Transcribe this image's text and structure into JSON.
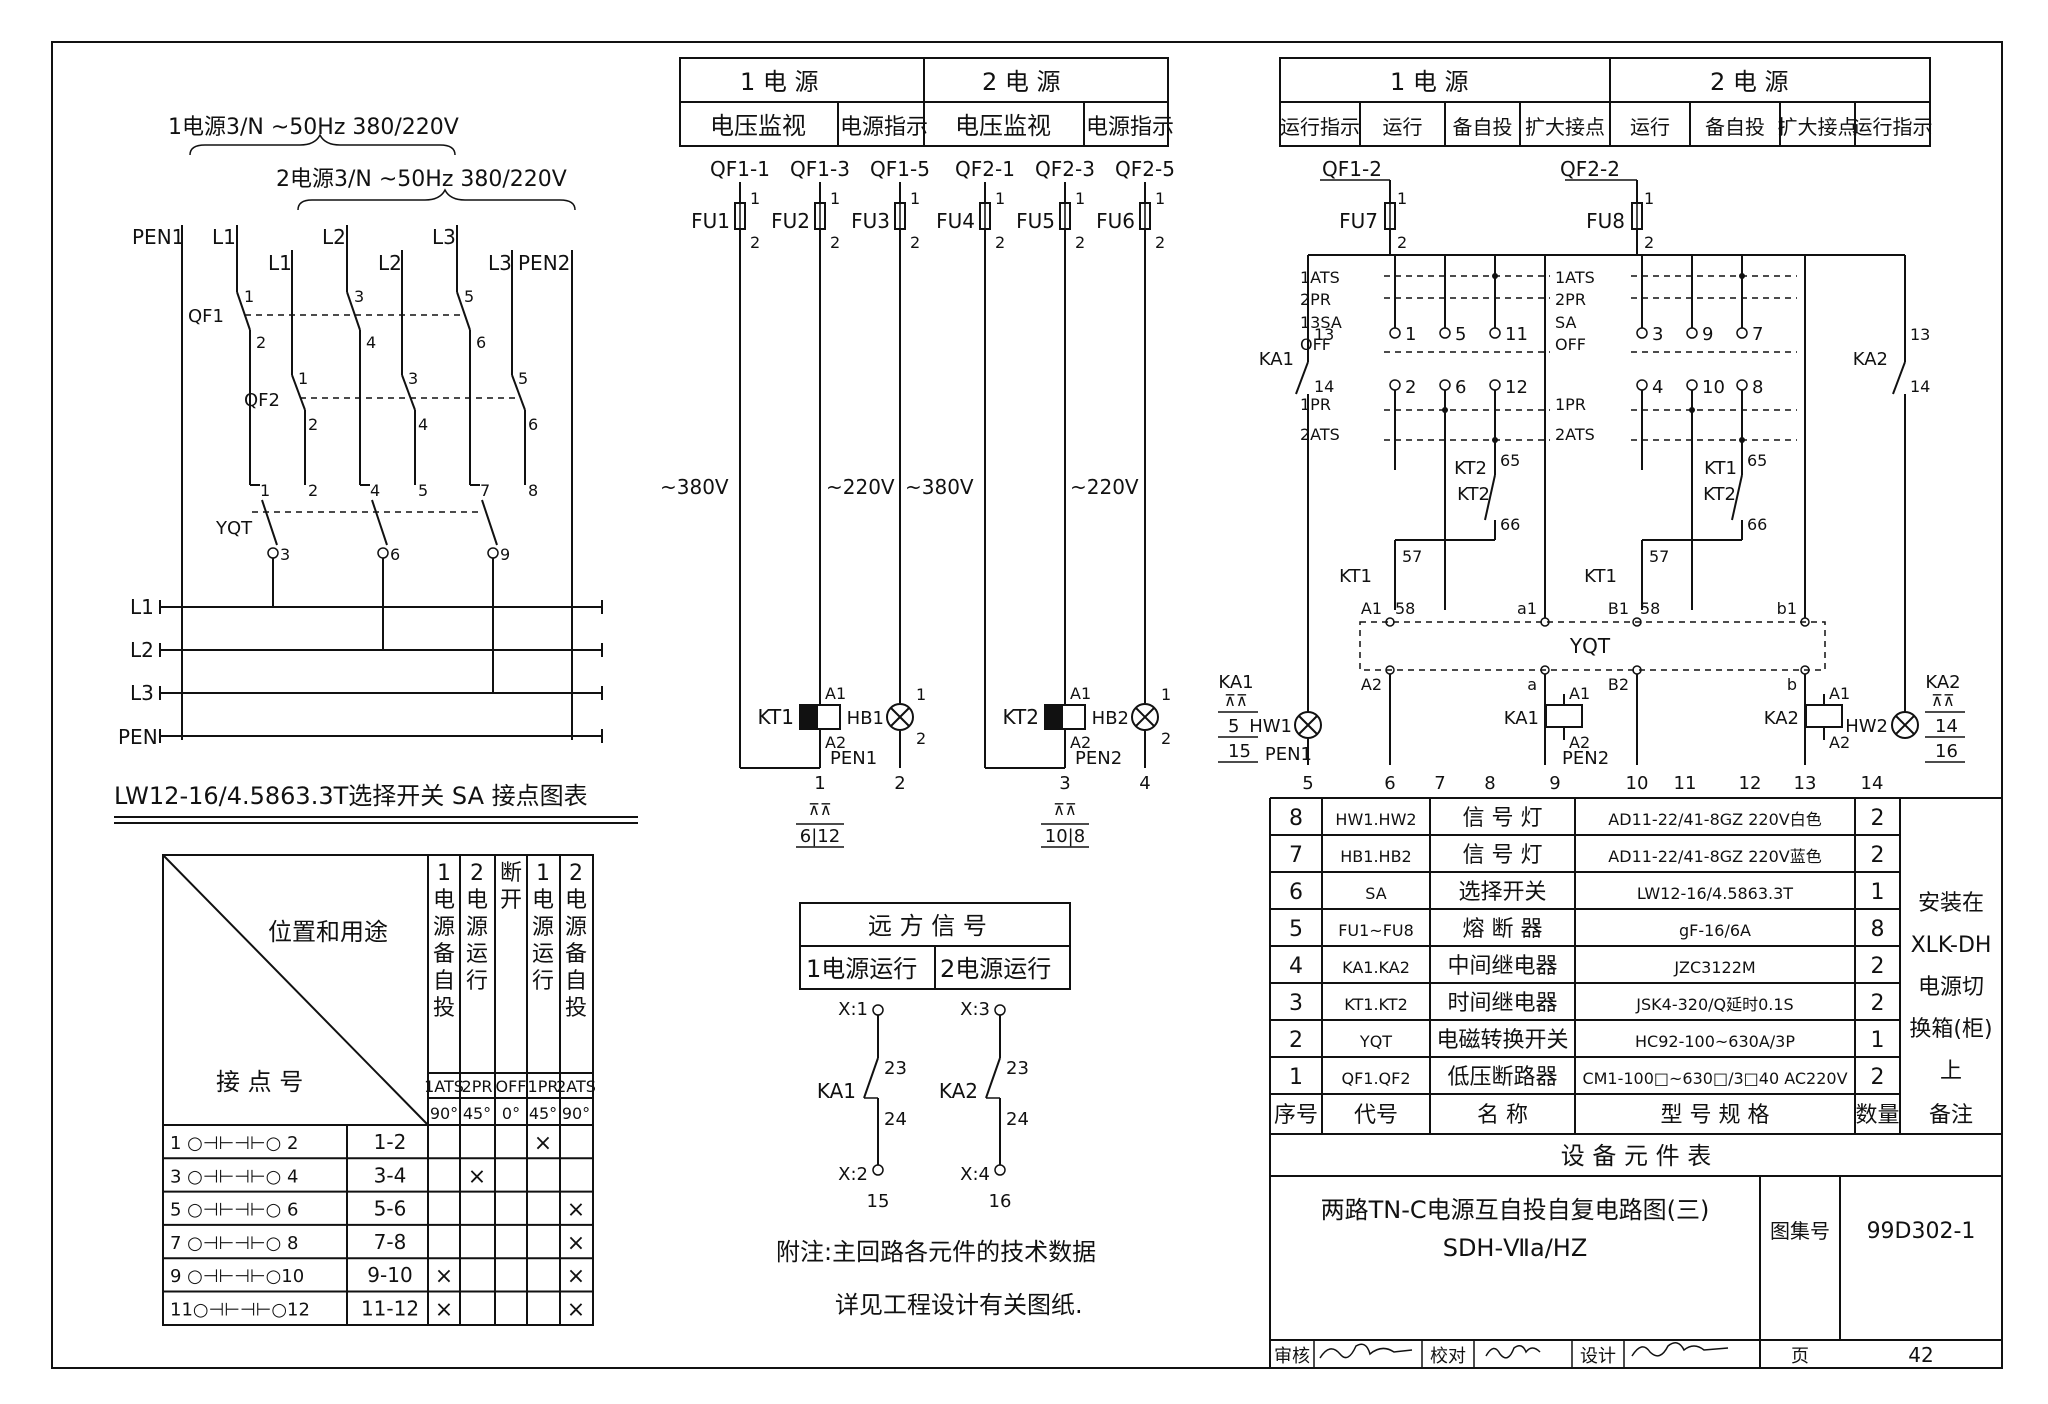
{
  "main_circuit": {
    "supply1": "1电源3/N ~50Hz 380/220V",
    "supply2": "2电源3/N ~50Hz 380/220V",
    "labels": {
      "pen1": "PEN1",
      "pen2": "PEN2",
      "l1a": "L1",
      "l1b": "L1",
      "l2a": "L2",
      "l2b": "L2",
      "l3a": "L3",
      "l3b": "L3",
      "qf1": "QF1",
      "qf2": "QF2",
      "yqt": "YQT",
      "bus_l1": "L1",
      "bus_l2": "L2",
      "bus_l3": "L3",
      "bus_pen": "PEN"
    },
    "terminals": {
      "qf1_top": [
        "1",
        "3",
        "5"
      ],
      "qf1_bot": [
        "2",
        "4",
        "6"
      ],
      "qf2_top": [
        "1",
        "3",
        "5"
      ],
      "qf2_bot": [
        "2",
        "4",
        "6"
      ],
      "yqt_in": [
        "1",
        "2",
        "4",
        "5",
        "7",
        "8"
      ],
      "yqt_out": [
        "3",
        "6",
        "9"
      ]
    }
  },
  "sa_table": {
    "title": "LW12-16/4.5863.3T选择开关 SA 接点图表",
    "corner_top": "位置和用途",
    "corner_bottom": "接 点 号",
    "positions": [
      {
        "name": "1电源备自投",
        "code": "1ATS",
        "angle": "90°"
      },
      {
        "name": "2电源运行",
        "code": "2PR",
        "angle": "45°"
      },
      {
        "name": "断开",
        "code": "OFF",
        "angle": "0°"
      },
      {
        "name": "1电源运行",
        "code": "1PR",
        "angle": "45°"
      },
      {
        "name": "2电源备自投",
        "code": "2ATS",
        "angle": "90°"
      }
    ],
    "rows": [
      {
        "symbol": "1 ○⊣⊢⊣⊢○ 2",
        "contact": "1-2",
        "marks": [
          "",
          "",
          "",
          "×",
          ""
        ]
      },
      {
        "symbol": "3 ○⊣⊢⊣⊢○ 4",
        "contact": "3-4",
        "marks": [
          "",
          "×",
          "",
          "",
          ""
        ]
      },
      {
        "symbol": "5 ○⊣⊢⊣⊢○ 6",
        "contact": "5-6",
        "marks": [
          "",
          "",
          "",
          "",
          "×"
        ]
      },
      {
        "symbol": "7 ○⊣⊢⊣⊢○ 8",
        "contact": "7-8",
        "marks": [
          "",
          "",
          "",
          "",
          "×"
        ]
      },
      {
        "symbol": "9 ○⊣⊢⊣⊢○10",
        "contact": "9-10",
        "marks": [
          "×",
          "",
          "",
          "",
          "×"
        ]
      },
      {
        "symbol": "11○⊣⊢⊣⊢○12",
        "contact": "11-12",
        "marks": [
          "×",
          "",
          "",
          "",
          "×"
        ]
      }
    ]
  },
  "monitor": {
    "headers": {
      "top": [
        "1 电 源",
        "2 电 源"
      ],
      "sub": [
        "电压监视",
        "电源指示",
        "电压监视",
        "电源指示"
      ]
    },
    "qf_taps": [
      "QF1-1",
      "QF1-3",
      "QF1-5",
      "QF2-1",
      "QF2-3",
      "QF2-5"
    ],
    "fuses": [
      "FU1",
      "FU2",
      "FU3",
      "FU4",
      "FU5",
      "FU6"
    ],
    "pin1": "1",
    "pin2": "2",
    "v380": "~380V",
    "v220": "~220V",
    "kt1": "KT1",
    "kt2": "KT2",
    "hb1": "HB1",
    "hb2": "HB2",
    "a1": "A1",
    "a2": "A2",
    "pen1": "PEN1",
    "pen2": "PEN2",
    "nodes": [
      "1",
      "2",
      "3",
      "4"
    ],
    "kt1_ref": "6|12",
    "kt2_ref": "10|8"
  },
  "remote": {
    "title": "远 方 信 号",
    "cols": [
      "1电源运行",
      "2电源运行"
    ],
    "terms": [
      "X:1",
      "X:3",
      "X:2",
      "X:4"
    ],
    "relays": [
      "KA1",
      "KA2"
    ],
    "contacts": [
      "23",
      "24",
      "23",
      "24"
    ],
    "nodes": [
      "15",
      "16"
    ]
  },
  "note": {
    "line1": "附注:主回路各元件的技术数据",
    "line2": "详见工程设计有关图纸."
  },
  "control": {
    "headers": {
      "top": [
        "1 电 源",
        "2 电 源"
      ],
      "sub": [
        "运行指示",
        "运行",
        "备自投",
        "扩大接点",
        "运行",
        "备自投",
        "扩大接点",
        "运行指示"
      ]
    },
    "qf": [
      "QF1-2",
      "QF2-2"
    ],
    "fu": [
      "FU7",
      "FU8"
    ],
    "sa_labels": [
      "1ATS",
      "2PR",
      "13SA",
      "OFF",
      "1PR",
      "2ATS",
      "1ATS",
      "2PR",
      "SA",
      "OFF",
      "1PR",
      "2ATS"
    ],
    "sa_contacts": [
      "1",
      "5",
      "11",
      "2",
      "6",
      "12",
      "3",
      "9",
      "7",
      "4",
      "10",
      "8"
    ],
    "relays": [
      "KA1",
      "KA2",
      "KT1",
      "KT2",
      "KT2",
      "KT1"
    ],
    "contact_nums": [
      "13",
      "14",
      "65",
      "66",
      "57",
      "58",
      "13",
      "14",
      "65",
      "66",
      "57",
      "58"
    ],
    "yqt": "YQT",
    "yqt_pins": [
      "A1",
      "a1",
      "B1",
      "b1",
      "A2",
      "a",
      "B2",
      "b"
    ],
    "coils": [
      "KA1",
      "KA2"
    ],
    "lamps": [
      "HW1",
      "HW2"
    ],
    "pen": [
      "PEN1",
      "PEN2"
    ],
    "node_numbers": [
      "5",
      "6",
      "7",
      "8",
      "9",
      "10",
      "11",
      "12",
      "13",
      "14"
    ],
    "ka_side": [
      {
        "name": "KA1",
        "refs": [
          "5",
          "15"
        ]
      },
      {
        "name": "KA2",
        "refs": [
          "14",
          "16"
        ]
      }
    ]
  },
  "component_table": {
    "rows": [
      {
        "no": "8",
        "code": "HW1.HW2",
        "name": "信 号 灯",
        "spec": "AD11-22/41-8GZ 220V白色",
        "qty": "2"
      },
      {
        "no": "7",
        "code": "HB1.HB2",
        "name": "信 号 灯",
        "spec": "AD11-22/41-8GZ 220V蓝色",
        "qty": "2"
      },
      {
        "no": "6",
        "code": "SA",
        "name": "选择开关",
        "spec": "LW12-16/4.5863.3T",
        "qty": "1"
      },
      {
        "no": "5",
        "code": "FU1~FU8",
        "name": "熔 断 器",
        "spec": "gF-16/6A",
        "qty": "8"
      },
      {
        "no": "4",
        "code": "KA1.KA2",
        "name": "中间继电器",
        "spec": "JZC3122M",
        "qty": "2"
      },
      {
        "no": "3",
        "code": "KT1.KT2",
        "name": "时间继电器",
        "spec": "JSK4-320/Q延时0.1S",
        "qty": "2"
      },
      {
        "no": "2",
        "code": "YQT",
        "name": "电磁转换开关",
        "spec": "HC92-100~630A/3P",
        "qty": "1"
      },
      {
        "no": "1",
        "code": "QF1.QF2",
        "name": "低压断路器",
        "spec": "CM1-100□~630□/3□40 AC220V",
        "qty": "2"
      }
    ],
    "remark": [
      "安装在",
      "XLK-DH",
      "电源切",
      "换箱(柜)",
      "上"
    ],
    "header": {
      "no": "序号",
      "code": "代号",
      "name": "名 称",
      "spec": "型 号 规 格",
      "qty": "数量",
      "remark": "备注"
    },
    "caption": "设 备 元 件 表"
  },
  "title_block": {
    "title_line1": "两路TN-C电源互自投自复电路图(三)",
    "title_line2": "SDH-Ⅶa/HZ",
    "atlas_label": "图集号",
    "atlas_no": "99D302-1",
    "review_label": "审核",
    "check_label": "校对",
    "design_label": "设计",
    "page_label": "页",
    "page_no": "42"
  }
}
